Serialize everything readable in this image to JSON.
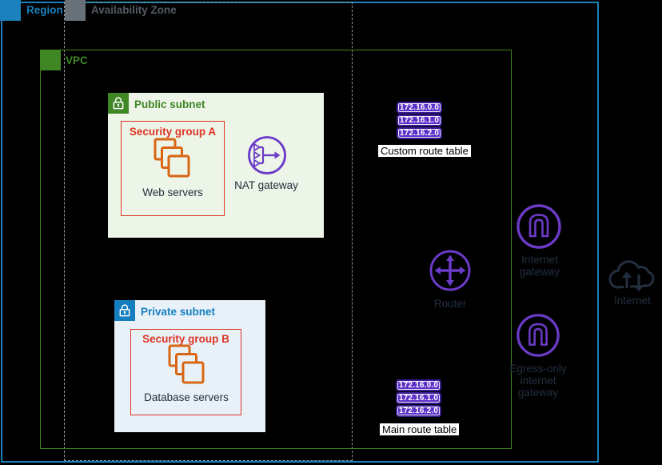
{
  "colors": {
    "region_blue": "#1b81bc",
    "az_gray": "#687078",
    "vpc_green": "#3f8624",
    "private_blue": "#147ebf",
    "security_red": "#dd3522",
    "server_orange": "#d86613",
    "network_purple": "#6b3bc8",
    "route_row_fill": "#5c30c9",
    "label_navy": "#232f3e",
    "public_subnet_bg": "#edf4e8",
    "private_subnet_bg": "#e9f1f8"
  },
  "region": {
    "label": "Region"
  },
  "availability_zone": {
    "label": "Availability Zone"
  },
  "vpc": {
    "label": "VPC"
  },
  "public_subnet": {
    "label": "Public subnet",
    "security_group": {
      "label": "Security group A",
      "servers_label": "Web servers"
    },
    "nat_gateway_label": "NAT gateway"
  },
  "private_subnet": {
    "label": "Private subnet",
    "security_group": {
      "label": "Security group B",
      "servers_label": "Database servers"
    }
  },
  "custom_route_table": {
    "label": "Custom route table",
    "routes": [
      "172.16.0.0",
      "172.16.1.0",
      "172.16.2.0"
    ]
  },
  "main_route_table": {
    "label": "Main route table",
    "routes": [
      "172.16.0.0",
      "172.16.1.0",
      "172.16.2.0"
    ]
  },
  "router": {
    "label": "Router"
  },
  "internet_gateway": {
    "label": "Internet gateway"
  },
  "egress_only_internet_gateway": {
    "label": "Egress-only internet gateway"
  },
  "internet": {
    "label": "Internet"
  }
}
